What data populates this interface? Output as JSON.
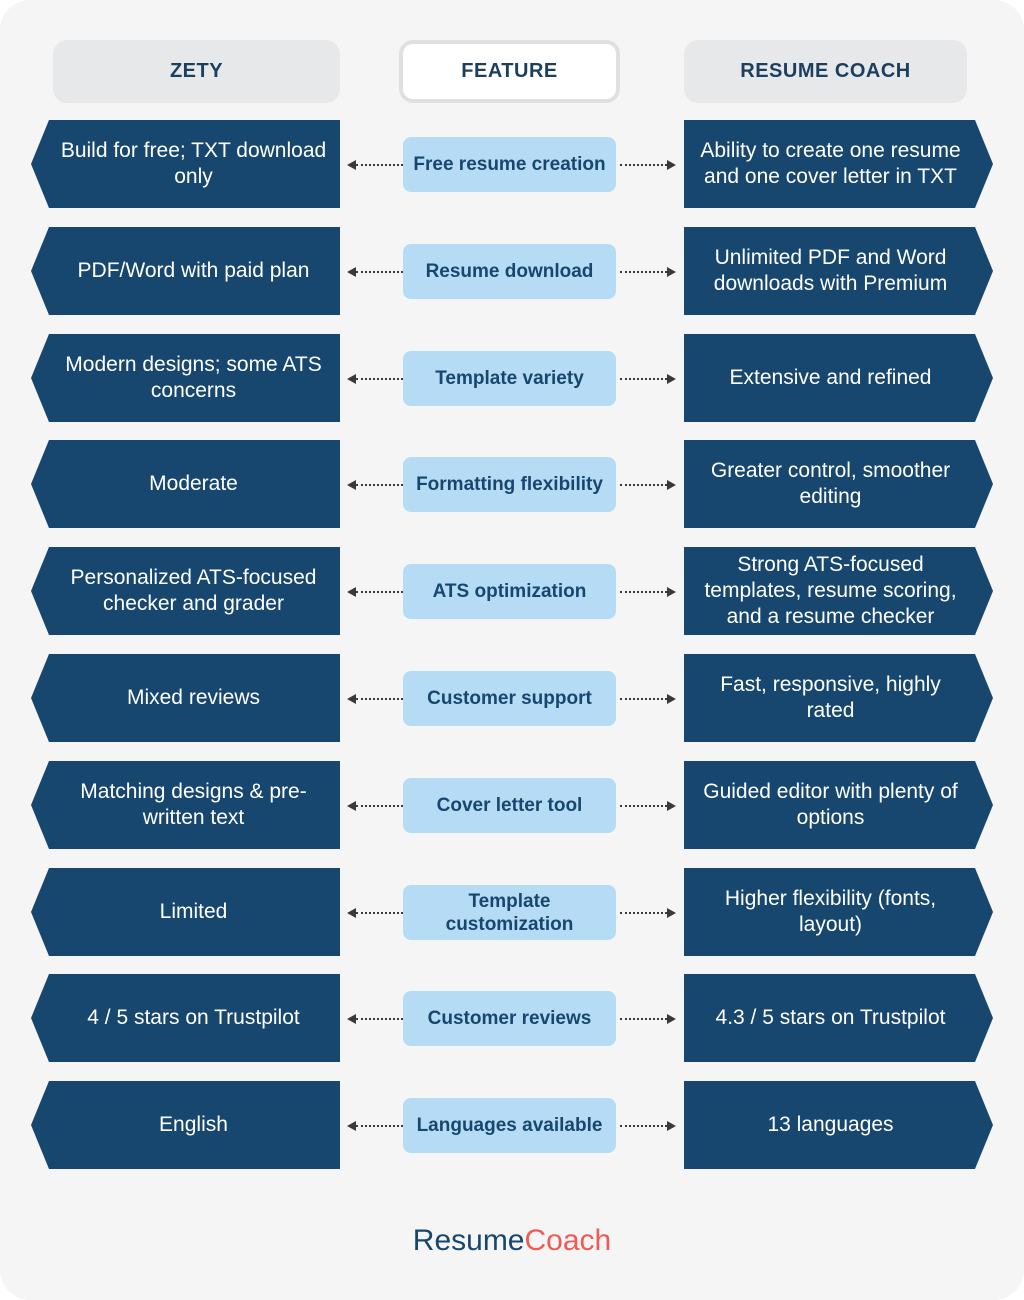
{
  "headers": {
    "left": "ZETY",
    "middle": "FEATURE",
    "right": "RESUME COACH"
  },
  "rows": [
    {
      "feature": "Free resume creation",
      "zety": "Build for free; TXT download only",
      "resume_coach": "Ability to create one resume and one cover letter in TXT"
    },
    {
      "feature": "Resume download",
      "zety": "PDF/Word with paid plan",
      "resume_coach": "Unlimited PDF and Word downloads with Premium"
    },
    {
      "feature": "Template variety",
      "zety": "Modern designs; some ATS concerns",
      "resume_coach": "Extensive and refined"
    },
    {
      "feature": "Formatting flexibility",
      "zety": "Moderate",
      "resume_coach": "Greater control, smoother editing"
    },
    {
      "feature": "ATS optimization",
      "zety": "Personalized ATS-focused checker and grader",
      "resume_coach": "Strong ATS-focused templates, resume scoring, and a resume checker"
    },
    {
      "feature": "Customer support",
      "zety": "Mixed reviews",
      "resume_coach": "Fast, responsive, highly rated"
    },
    {
      "feature": "Cover letter tool",
      "zety": "Matching designs & pre-written text",
      "resume_coach": "Guided editor with plenty of options"
    },
    {
      "feature": "Template customization",
      "zety": "Limited",
      "resume_coach": "Higher flexibility (fonts, layout)"
    },
    {
      "feature": "Customer reviews",
      "zety": "4 / 5 stars on Trustpilot",
      "resume_coach": "4.3 / 5 stars on Trustpilot"
    },
    {
      "feature": "Languages available",
      "zety": "English",
      "resume_coach": "13 languages"
    }
  ],
  "brand": {
    "part1": "Resume",
    "part2": "Coach"
  },
  "colors": {
    "box": "#17476e",
    "feature_pill": "#b6dcf5",
    "brand_accent": "#ee5b56"
  }
}
